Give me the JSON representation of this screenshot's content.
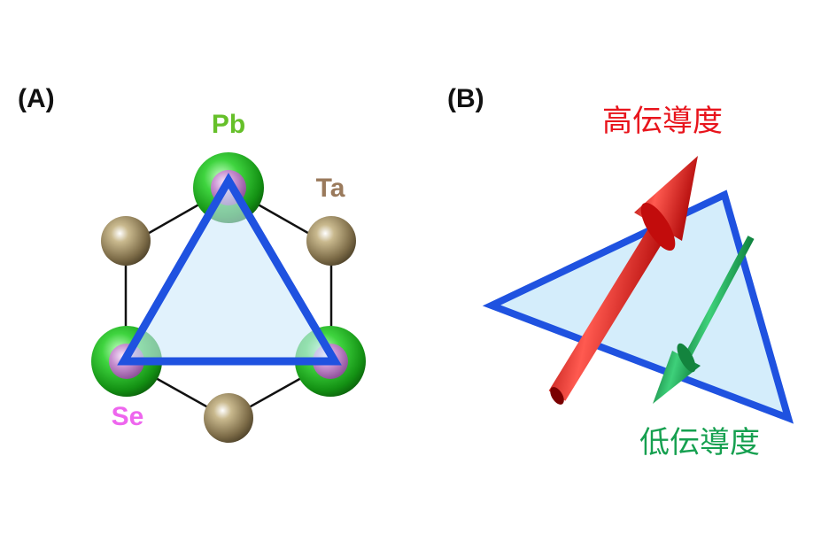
{
  "panels": {
    "a": {
      "label": "(A)"
    },
    "b": {
      "label": "(B)"
    }
  },
  "atoms": {
    "pb": {
      "label": "Pb",
      "color": "#66c02a"
    },
    "ta": {
      "label": "Ta",
      "color": "#9a7a5c"
    },
    "se": {
      "label": "Se",
      "color": "#ee66ee"
    }
  },
  "arrows": {
    "high": {
      "label": "高伝導度",
      "color": "#e8141c"
    },
    "low": {
      "label": "低伝導度",
      "color": "#16a050"
    }
  },
  "colors": {
    "triangle_edge": "#1f52e0",
    "triangle_fill": "#cdeafa",
    "bond": "#111111",
    "ta_sphere": "#8a7a55",
    "pb_sphere": "#22bb22",
    "se_sphere": "#c890d0"
  }
}
